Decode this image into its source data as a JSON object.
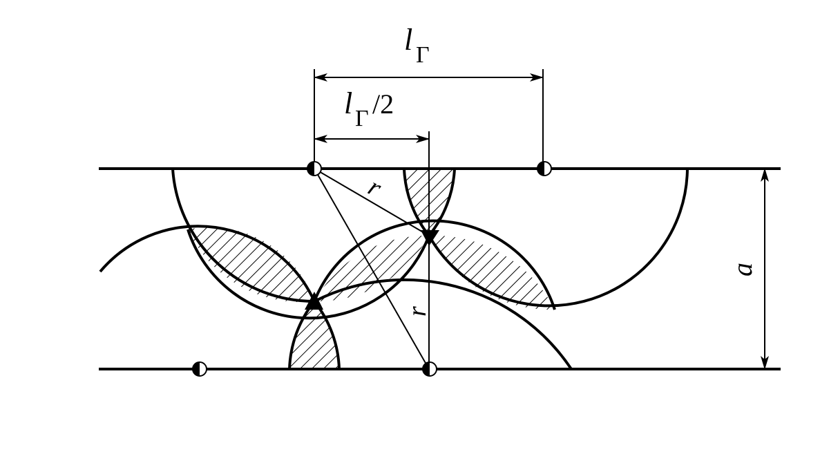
{
  "labels": {
    "l": "l",
    "gamma": "Γ",
    "half": "/2",
    "r": "r",
    "a": "a"
  },
  "colors": {
    "ink": "#000000",
    "background": "#ffffff"
  }
}
